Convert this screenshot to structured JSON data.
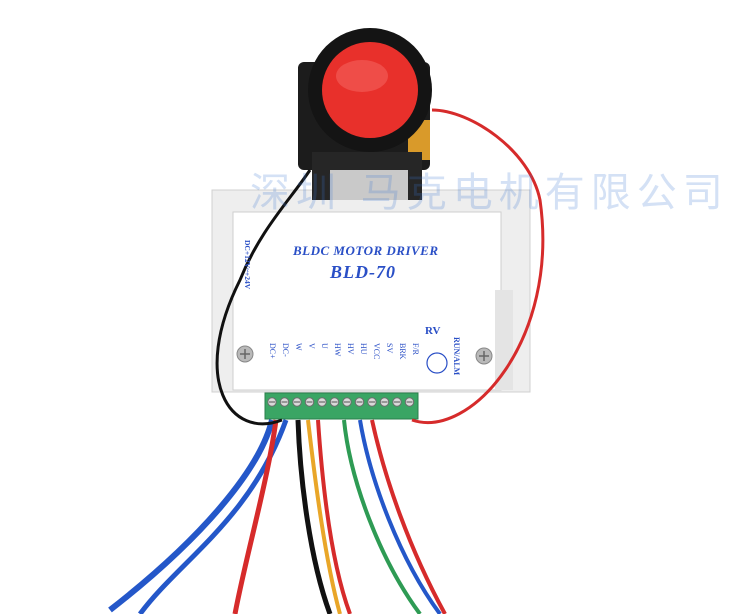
{
  "device": {
    "title": "BLDC MOTOR DRIVER",
    "model": "BLD-70",
    "supply_label": "DC+12V~+24V",
    "rv_label": "RV",
    "run_alm_label": "RUN/ALM"
  },
  "terminals": [
    "DC+",
    "DC-",
    "W",
    "V",
    "U",
    "HW",
    "HV",
    "HU",
    "VCC",
    "SV",
    "BRK",
    "F/R"
  ],
  "watermark": "深圳 马克电机有限公司",
  "colors": {
    "button_red": "#e8302b",
    "terminal_green": "#3aa564",
    "label_blue": "#2a4fc6"
  }
}
